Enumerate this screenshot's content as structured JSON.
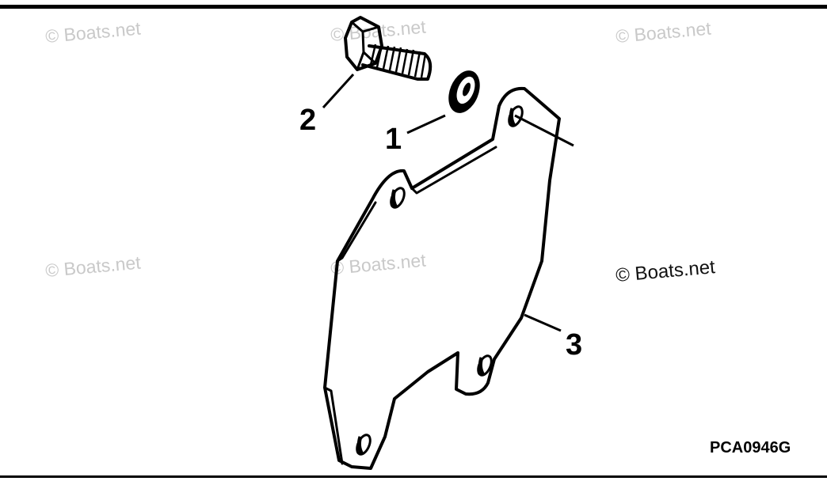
{
  "watermarks": {
    "text": "© Boats.net"
  },
  "callouts": {
    "washer": "1",
    "bolt": "2",
    "plate": "3"
  },
  "figure_code": "PCA0946G"
}
